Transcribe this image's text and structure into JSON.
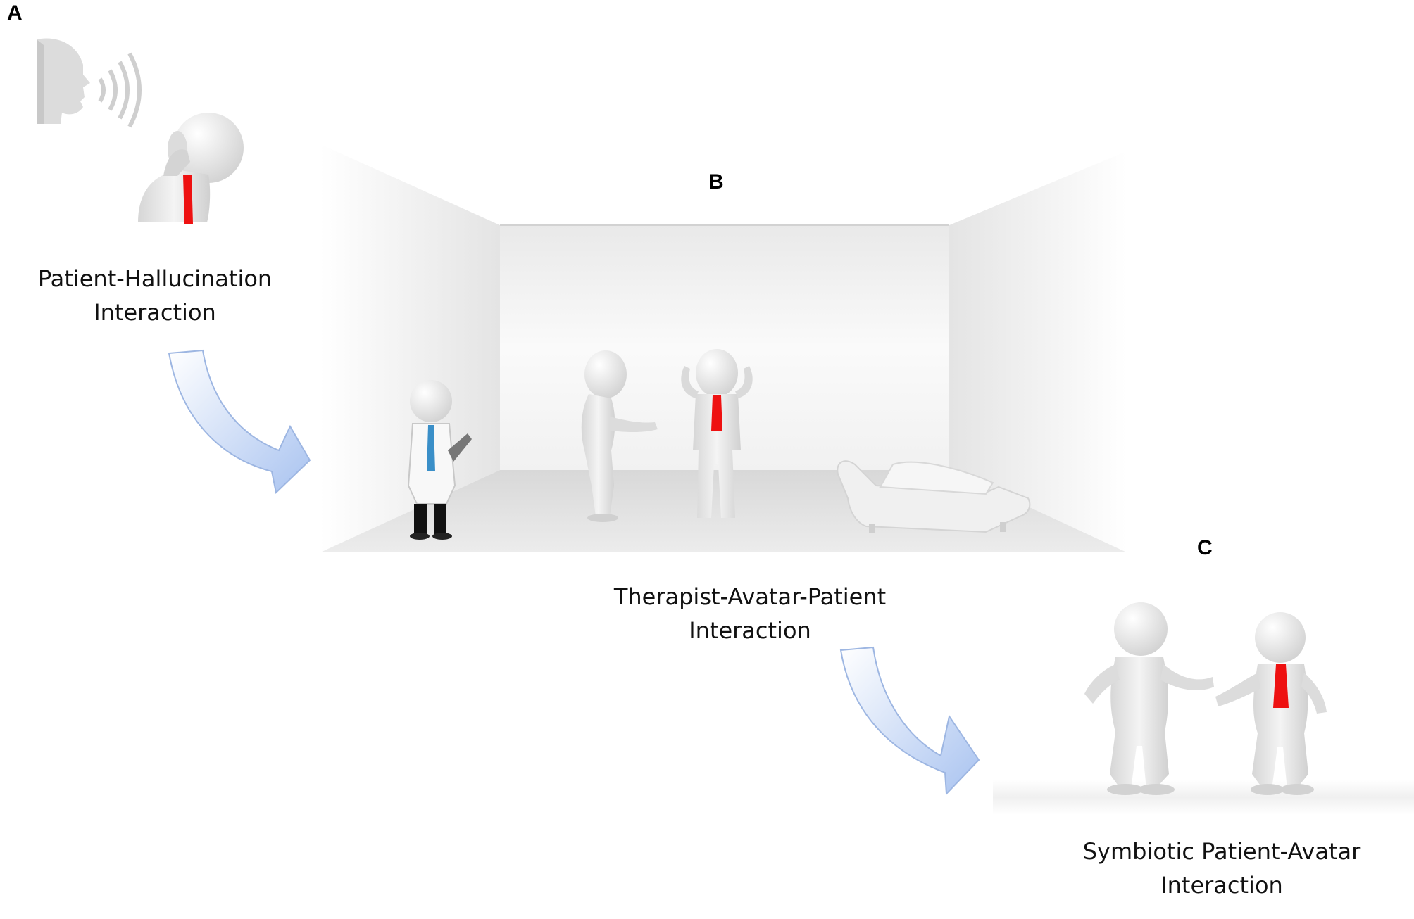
{
  "panels": {
    "a": {
      "letter": "A",
      "caption_line1": "Patient-Hallucination",
      "caption_line2": "Interaction"
    },
    "b": {
      "letter": "B",
      "caption_line1": "Therapist-Avatar-Patient",
      "caption_line2": "Interaction"
    },
    "c": {
      "letter": "C",
      "caption_line1": "Symbiotic Patient-Avatar",
      "caption_line2": "Interaction"
    }
  },
  "icons": {
    "speaking_head": "speaking-head-icon",
    "distressed_patient": "distressed-patient-figure",
    "therapist": "therapist-figure",
    "avatar": "avatar-figure",
    "patient": "patient-figure",
    "couch": "couch-icon",
    "arrow": "curved-arrow"
  },
  "colors": {
    "tie": "#ee1111",
    "arrow_light": "#ffffff",
    "arrow_dark": "#a9c3f0",
    "figure": "#e6e6e6"
  }
}
